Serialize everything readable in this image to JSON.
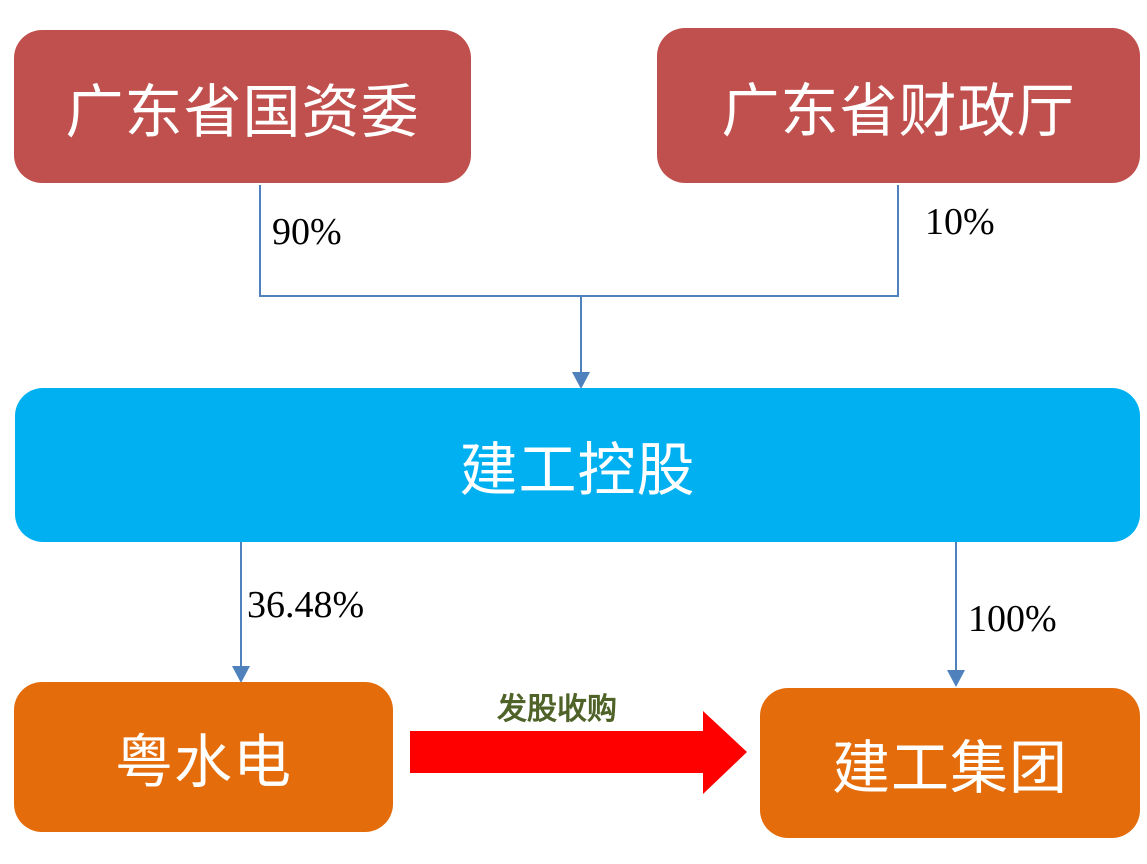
{
  "nodes": {
    "sasac": "广东省国资委",
    "finance": "广东省财政厅",
    "holding": "建工控股",
    "yuedian": "粤水电",
    "group": "建工集团"
  },
  "edges": {
    "sasac_share": "90%",
    "finance_share": "10%",
    "yuedian_share": "36.48%",
    "group_share": "100%",
    "acquisition_label": "发股收购"
  },
  "colors": {
    "shareholder_box": "#c0504d",
    "holding_box": "#00b0f0",
    "company_box": "#e46c0a",
    "connector": "#4f81bd",
    "acquisition_arrow": "#ff0000",
    "acquisition_label": "#4f6228"
  }
}
